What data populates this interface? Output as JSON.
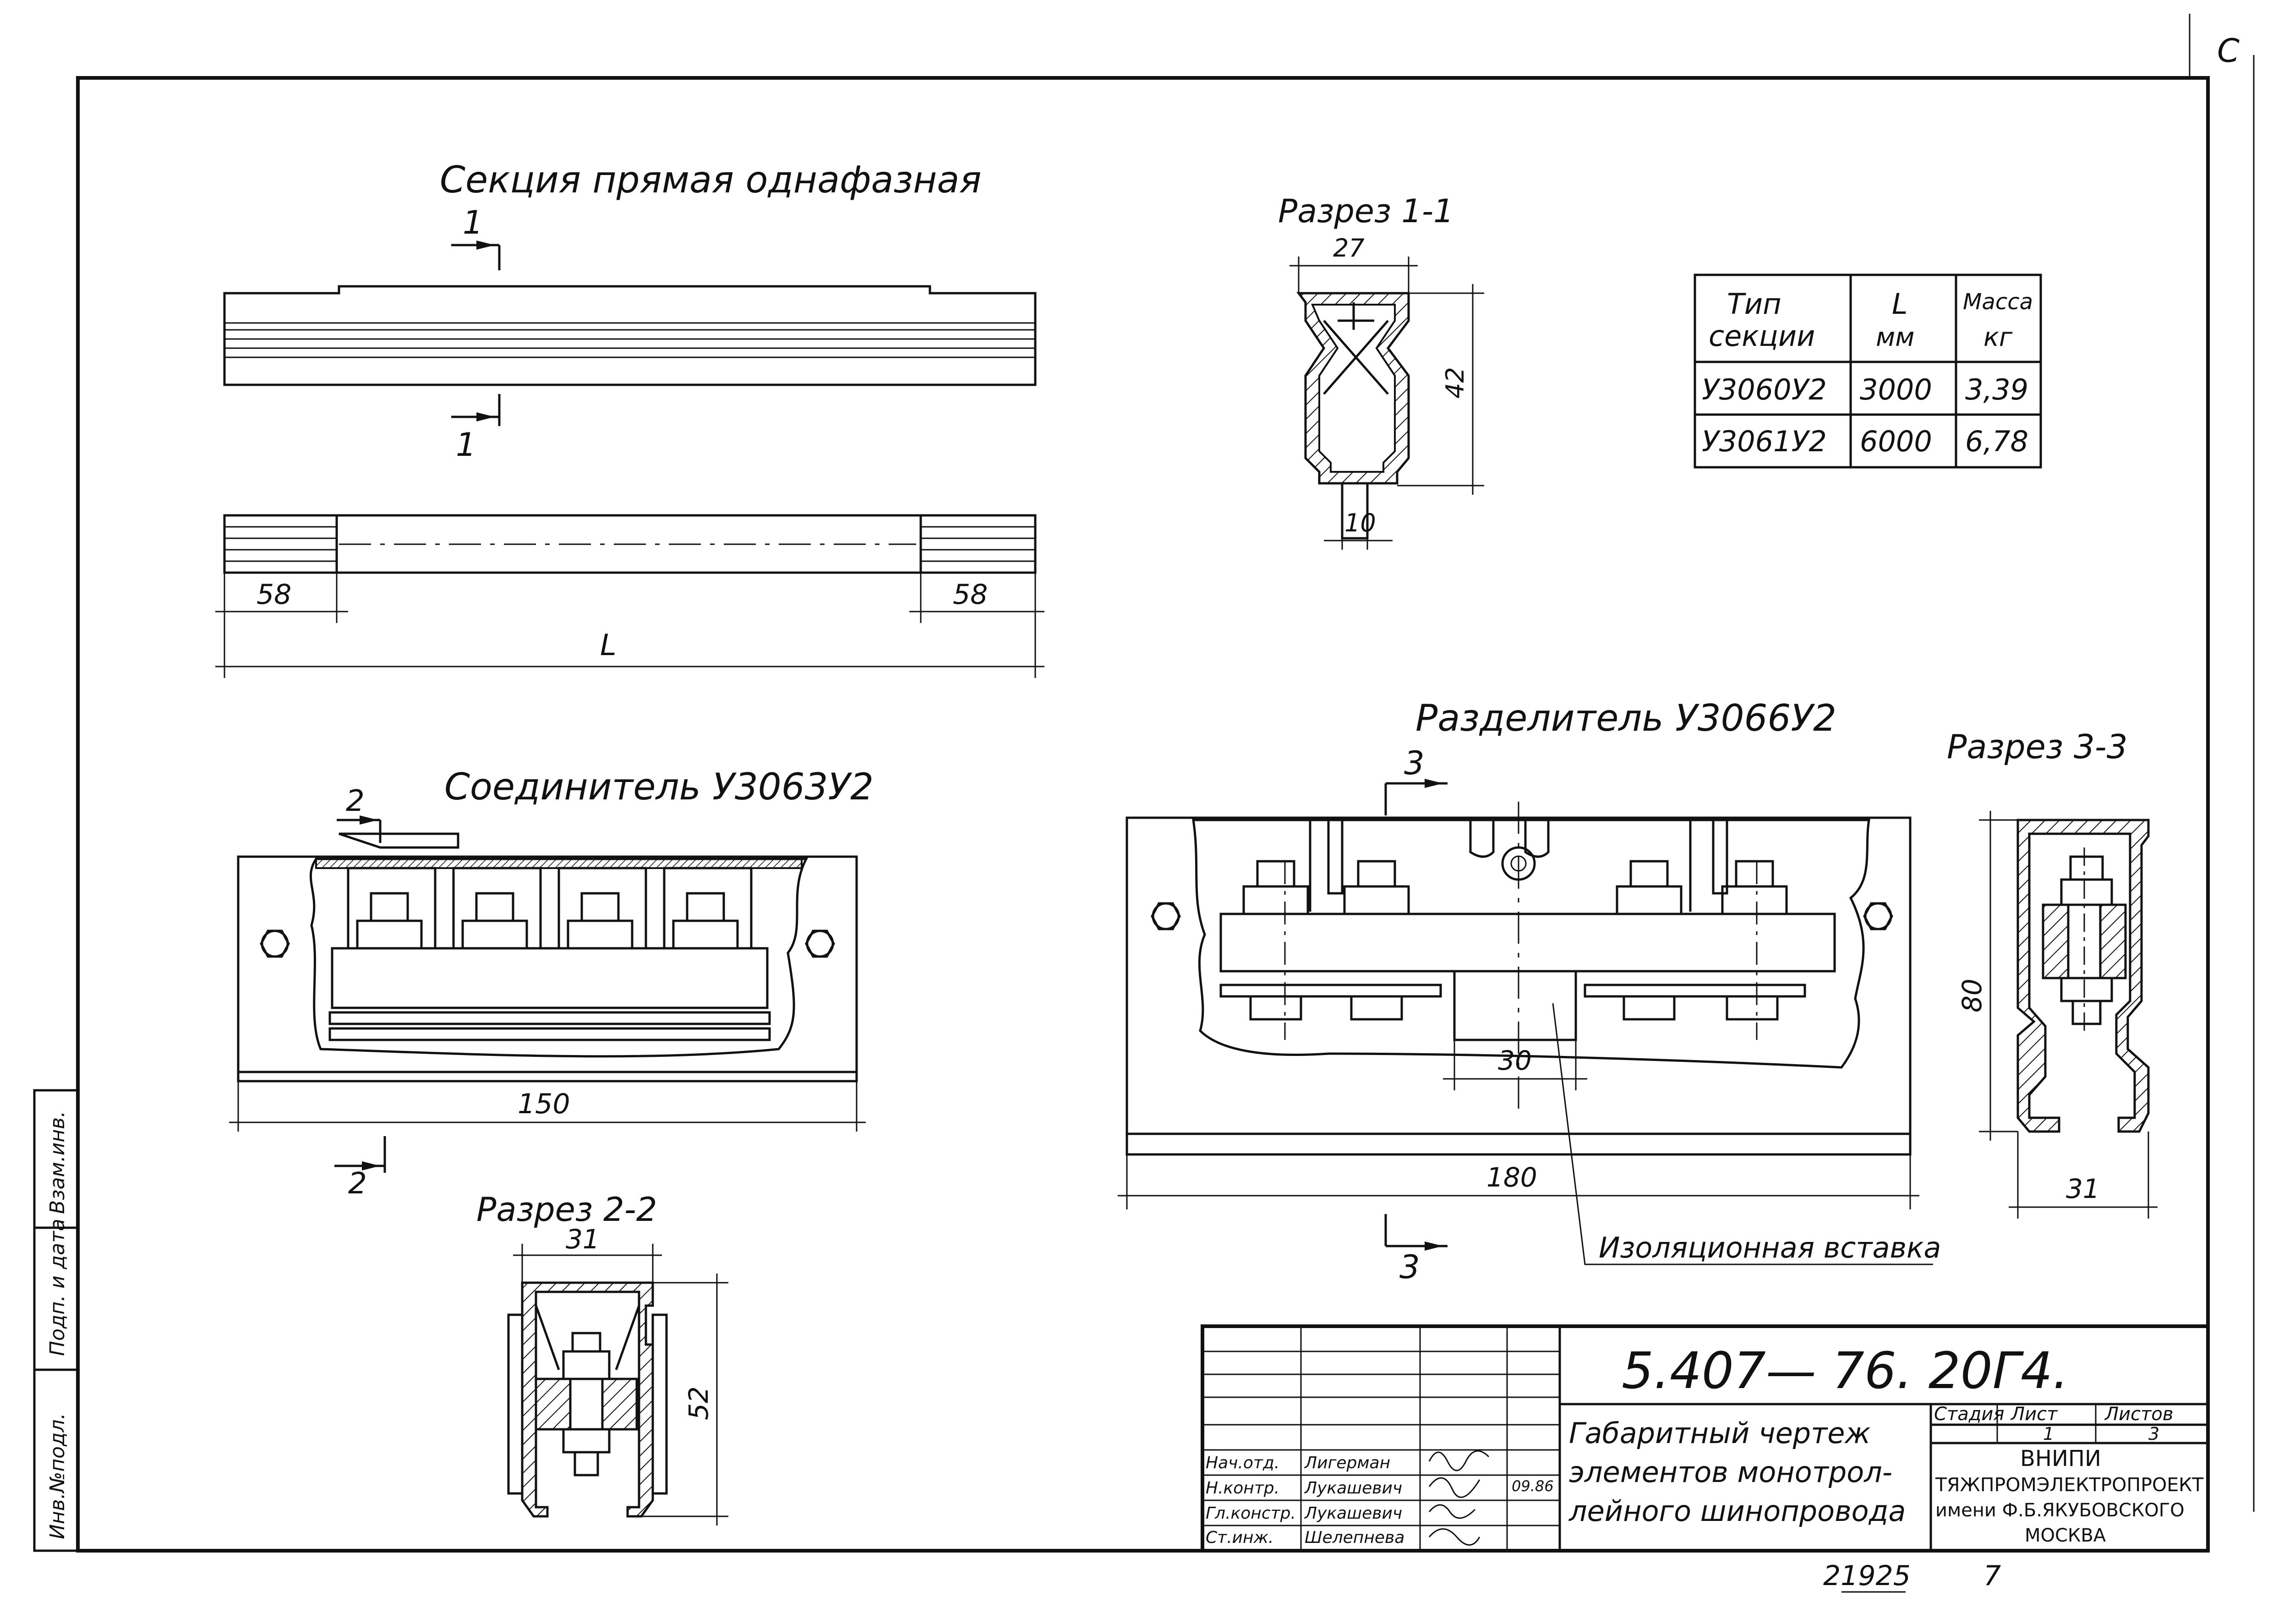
{
  "corner_mark": "С",
  "views": {
    "section_straight": {
      "title": "Секция прямая однафазная",
      "cut_label_top": "1",
      "cut_label_bottom": "1",
      "dim_left": "58",
      "dim_right": "58",
      "dim_total": "L"
    },
    "section_1_1": {
      "title": "Разрез 1-1",
      "dim_width": "27",
      "dim_height": "42",
      "dim_bottom": "10"
    },
    "connector": {
      "title": "Соединитель У3063У2",
      "cut_label_top": "2",
      "cut_label_bottom": "2",
      "dim_width": "150"
    },
    "section_2_2": {
      "title": "Разрез 2-2",
      "dim_width": "31",
      "dim_height": "52"
    },
    "separator": {
      "title": "Разделитель У3066У2",
      "cut_label_top": "3",
      "cut_label_bottom": "3",
      "dim_gap": "30",
      "dim_width": "180",
      "insert_label": "Изоляционная вставка"
    },
    "section_3_3": {
      "title": "Разрез 3-3",
      "dim_height": "80",
      "dim_width": "31"
    }
  },
  "spec_table": {
    "headers": [
      [
        "Тип",
        "секции"
      ],
      [
        "L",
        "мм"
      ],
      [
        "Масса",
        "кг"
      ]
    ],
    "rows": [
      [
        "У3060У2",
        "3000",
        "3,39"
      ],
      [
        "У3061У2",
        "6000",
        "6,78"
      ]
    ]
  },
  "title_block": {
    "code": "5.407— 76.  20Г4.",
    "drawing_title": [
      "Габаритный чертеж",
      "элементов монотрол-",
      "лейного шинопровода"
    ],
    "stage_header": "Стадия",
    "sheet_header": "Лист",
    "sheets_header": "Листов",
    "sheet_no": "1",
    "sheets_total": "3",
    "org": [
      "ВНИПИ",
      "ТЯЖПРОМЭЛЕКТРОПРОЕКТ",
      "имени Ф.Б.ЯКУБОВСКОГО",
      "МОСКВА"
    ],
    "signers": [
      {
        "role": "Нач.отд.",
        "name": "Лигерман",
        "date": ""
      },
      {
        "role": "Н.контр.",
        "name": "Лукашевич",
        "date": "09.86"
      },
      {
        "role": "Гл.констр.",
        "name": "Лукашевич",
        "date": ""
      },
      {
        "role": "Ст.инж.",
        "name": "Шелепнева",
        "date": ""
      }
    ]
  },
  "left_strip": [
    "Взам.инв.",
    "Подп. и дата",
    "Инв.№подл."
  ],
  "footer": {
    "inv_number": "21925",
    "page": "7"
  }
}
